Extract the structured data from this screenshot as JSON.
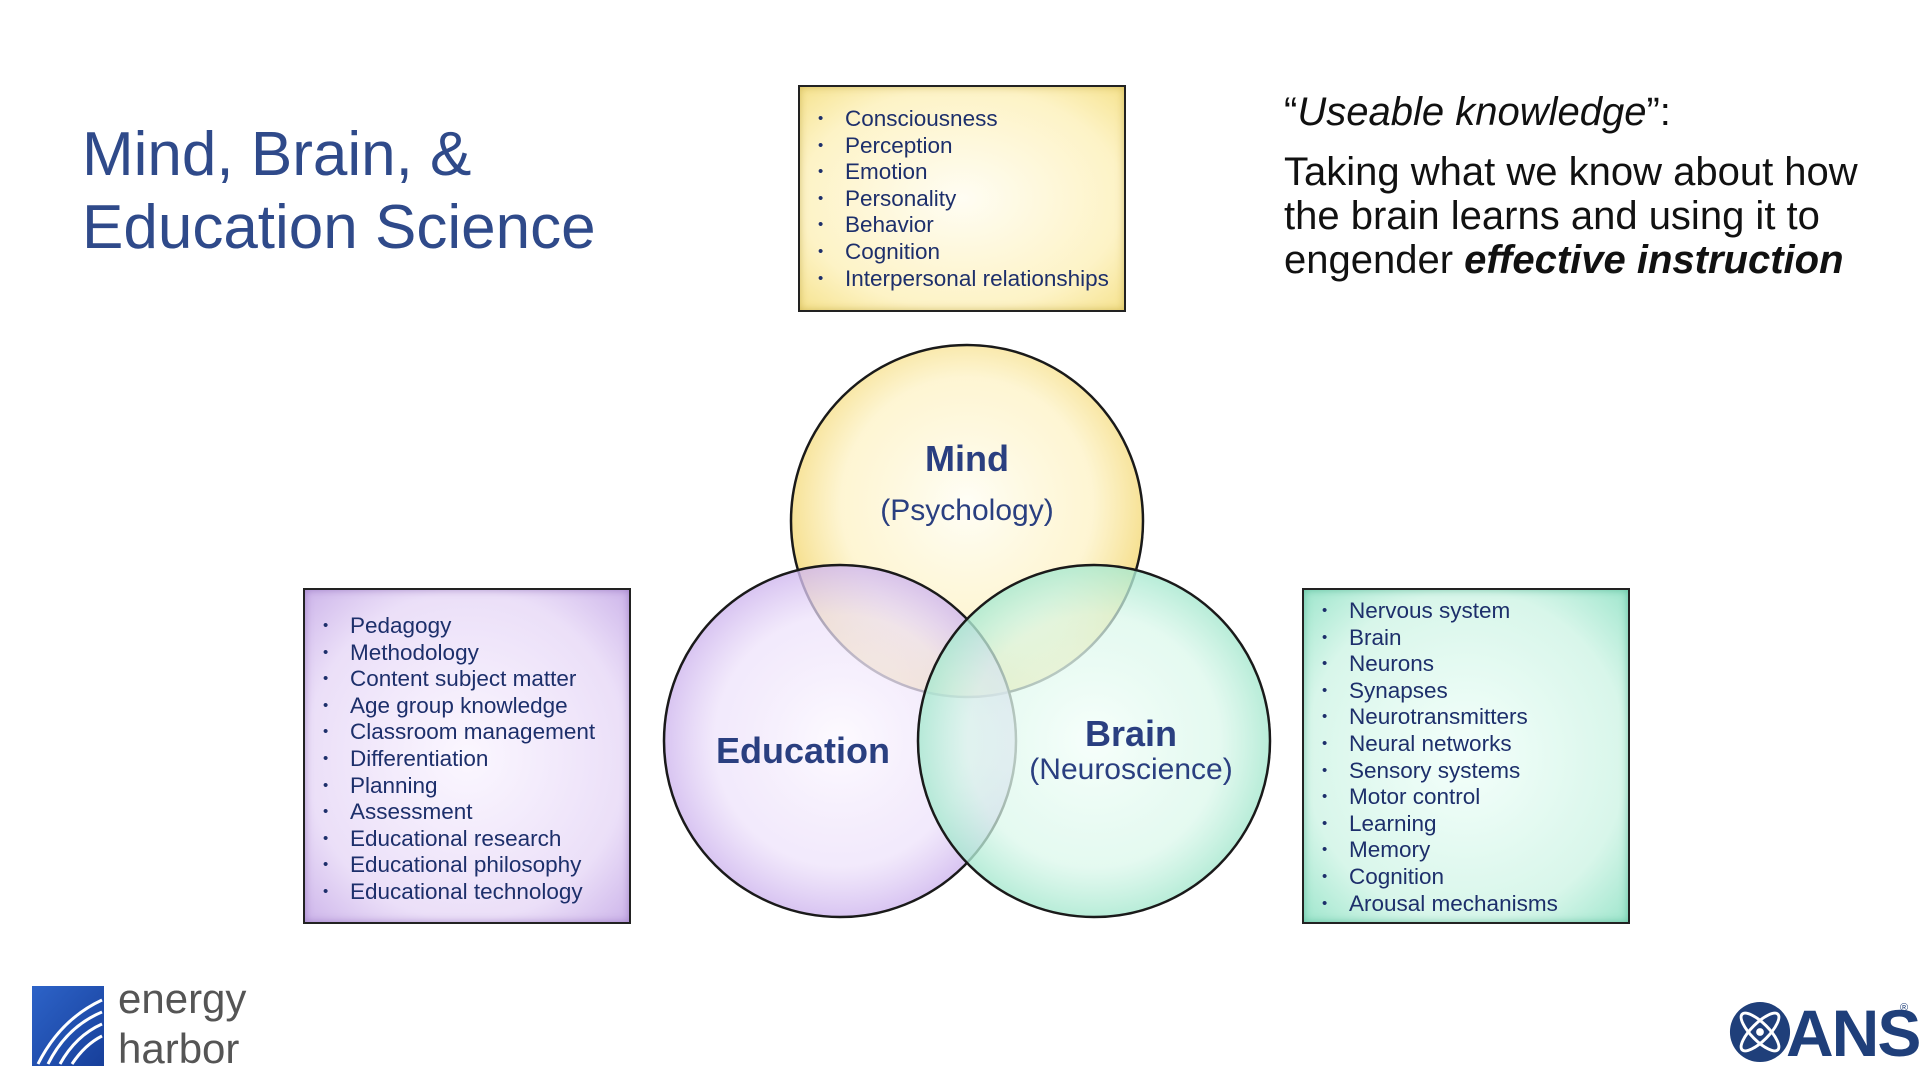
{
  "title": {
    "line1": "Mind, Brain, &",
    "line2": "Education Science"
  },
  "quote": {
    "open": "“",
    "term": "Useable knowledge",
    "close": "”:",
    "body": "Taking what we know about how the brain learns and using it to engender ",
    "emphasis": "effective instruction"
  },
  "mind_box": {
    "items": [
      "Consciousness",
      "Perception",
      "Emotion",
      "Personality",
      "Behavior",
      "Cognition",
      "Interpersonal relationships"
    ]
  },
  "education_box": {
    "items": [
      "Pedagogy",
      "Methodology",
      "Content subject matter",
      "Age group knowledge",
      "Classroom management",
      "Differentiation",
      "Planning",
      "Assessment",
      "Educational research",
      "Educational philosophy",
      "Educational technology"
    ]
  },
  "brain_box": {
    "items": [
      "Nervous system",
      "Brain",
      "Neurons",
      "Synapses",
      "Neurotransmitters",
      "Neural networks",
      "Sensory systems",
      "Motor control",
      "Learning",
      "Memory",
      "Cognition",
      "Arousal mechanisms"
    ]
  },
  "circles": {
    "mind": {
      "label": "Mind",
      "sub": "(Psychology)",
      "color": "#f7e08a"
    },
    "education": {
      "label": "Education",
      "color": "#d8c2f0"
    },
    "brain": {
      "label": "Brain",
      "sub": "(Neuroscience)",
      "color": "#b8efd9"
    }
  },
  "logos": {
    "left": {
      "line1": "energy",
      "line2": "harbor"
    },
    "right": {
      "text": "ANS",
      "reg": "®"
    }
  }
}
